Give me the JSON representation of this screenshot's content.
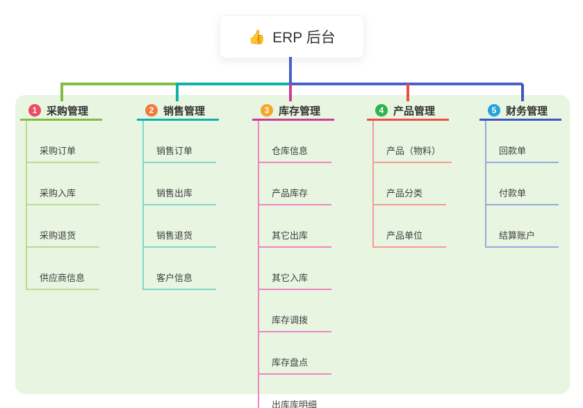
{
  "root": {
    "emoji": "👍",
    "title": "ERP 后台"
  },
  "branches": [
    {
      "badge": "1",
      "label": "采购管理",
      "badge_color": "#ee4a64",
      "line_color": "#82bb41",
      "child_line_color": "#b8dc92",
      "children": [
        "采购订单",
        "采购入库",
        "采购退货",
        "供应商信息"
      ]
    },
    {
      "badge": "2",
      "label": "销售管理",
      "badge_color": "#f07a3c",
      "line_color": "#0cb3a8",
      "child_line_color": "#82d6cd",
      "children": [
        "销售订单",
        "销售出库",
        "销售退货",
        "客户信息"
      ]
    },
    {
      "badge": "3",
      "label": "库存管理",
      "badge_color": "#f7a42a",
      "line_color": "#cb3d92",
      "child_line_color": "#ef83c4",
      "children": [
        "仓库信息",
        "产品库存",
        "其它出库",
        "其它入库",
        "库存调拨",
        "库存盘点",
        "出库库明细"
      ]
    },
    {
      "badge": "4",
      "label": "产品管理",
      "badge_color": "#2fb350",
      "line_color": "#ee4d49",
      "child_line_color": "#f59b94",
      "children": [
        "产品（物料）",
        "产品分类",
        "产品单位"
      ]
    },
    {
      "badge": "5",
      "label": "财务管理",
      "badge_color": "#27a3dc",
      "line_color": "#3a57c2",
      "child_line_color": "#94a9e0",
      "children": [
        "回款单",
        "付款单",
        "结算账户"
      ]
    }
  ],
  "colors": {
    "root_connector": "#4a5ec9",
    "panel_background": "#e8f5e1",
    "canvas_background": "#ffffff"
  }
}
